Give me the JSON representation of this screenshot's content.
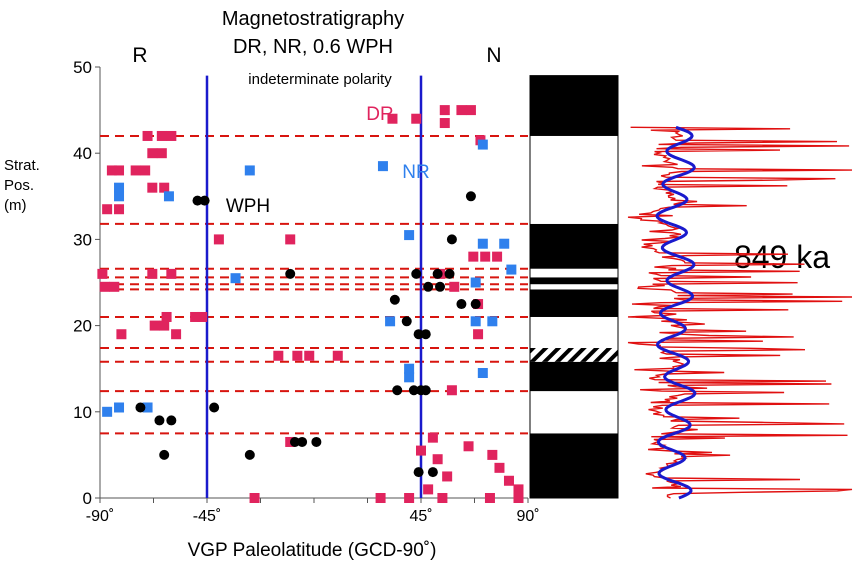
{
  "chart_data": {
    "type": "scatter",
    "title": "Magnetostratigraphy",
    "subtitle": "DR, NR, 0.6 WPH",
    "xlabel": "VGP Paleolatitude (GCD-90˚)",
    "ylabel": "Strat.\nPos.\n(m)",
    "xlim": [
      -90,
      90
    ],
    "ylim": [
      0,
      50
    ],
    "x_ticks": [
      -90,
      -45,
      45,
      90
    ],
    "x_tick_labels": [
      "-90˚",
      "-45˚",
      "45˚",
      "90˚"
    ],
    "y_ticks": [
      0,
      10,
      20,
      30,
      40,
      50
    ],
    "y_tick_labels": [
      "0",
      "10",
      "20",
      "30",
      "40",
      "50"
    ],
    "region_labels": {
      "left": "R",
      "right": "N",
      "middle": "indeterminate polarity"
    },
    "boundaries_x": [
      -45,
      45
    ],
    "reversal_levels_m": [
      7.5,
      12.4,
      15.8,
      17.4,
      21,
      24.2,
      24.8,
      25.6,
      26.6,
      31.8,
      42
    ],
    "age_label": "849 ka",
    "colors": {
      "DR": "#e0245e",
      "NR": "#2f80ed",
      "WPH": "#000000",
      "boundary": "#1a1acc",
      "reversal": "#d8150f",
      "cyclic": "#1a1acc"
    },
    "series": [
      {
        "name": "DR",
        "marker": "square",
        "points": [
          [
            -85,
            38
          ],
          [
            -82,
            38
          ],
          [
            -75,
            38
          ],
          [
            -71,
            38
          ],
          [
            -68,
            40
          ],
          [
            -64,
            40
          ],
          [
            -70,
            42
          ],
          [
            -64,
            42
          ],
          [
            -60,
            42
          ],
          [
            -87,
            33.5
          ],
          [
            -82,
            33.5
          ],
          [
            -68,
            36
          ],
          [
            -63,
            36
          ],
          [
            -89,
            26
          ],
          [
            -68,
            26
          ],
          [
            -60,
            26
          ],
          [
            -88,
            24.5
          ],
          [
            -84,
            24.5
          ],
          [
            -81,
            19
          ],
          [
            -67,
            20
          ],
          [
            -63,
            20
          ],
          [
            -58,
            19
          ],
          [
            -62,
            21
          ],
          [
            -50,
            21
          ],
          [
            -47,
            21
          ],
          [
            -40,
            30
          ],
          [
            -10,
            30
          ],
          [
            -15,
            16.5
          ],
          [
            -7,
            16.5
          ],
          [
            -2,
            16.5
          ],
          [
            10,
            16.5
          ],
          [
            -10,
            6.5
          ],
          [
            -25,
            0
          ],
          [
            33,
            44
          ],
          [
            43,
            44
          ],
          [
            55,
            45
          ],
          [
            62,
            45
          ],
          [
            66,
            45
          ],
          [
            55,
            43.5
          ],
          [
            70,
            41.5
          ],
          [
            53,
            26
          ],
          [
            67,
            28
          ],
          [
            72,
            28
          ],
          [
            77,
            28
          ],
          [
            59,
            24.5
          ],
          [
            69,
            22.5
          ],
          [
            69,
            19
          ],
          [
            50,
            7
          ],
          [
            45,
            5.5
          ],
          [
            52,
            4.5
          ],
          [
            56,
            2.5
          ],
          [
            48,
            1
          ],
          [
            28,
            0
          ],
          [
            40,
            0
          ],
          [
            65,
            6
          ],
          [
            75,
            5
          ],
          [
            78,
            3.5
          ],
          [
            82,
            2
          ],
          [
            86,
            1
          ],
          [
            86,
            0
          ],
          [
            74,
            0
          ],
          [
            54,
            0
          ],
          [
            58,
            12.5
          ]
        ]
      },
      {
        "name": "NR",
        "marker": "square",
        "points": [
          [
            -87,
            10
          ],
          [
            -82,
            10.5
          ],
          [
            -70,
            10.5
          ],
          [
            -82,
            35
          ],
          [
            -82,
            36
          ],
          [
            -61,
            35
          ],
          [
            -27,
            38
          ],
          [
            -33,
            25.5
          ],
          [
            29,
            38.5
          ],
          [
            40,
            30.5
          ],
          [
            71,
            41
          ],
          [
            71,
            29.5
          ],
          [
            80,
            29.5
          ],
          [
            83,
            26.5
          ],
          [
            68,
            25
          ],
          [
            32,
            20.5
          ],
          [
            40,
            15
          ],
          [
            40,
            14
          ],
          [
            68,
            20.5
          ],
          [
            75,
            20.5
          ],
          [
            71,
            14.5
          ]
        ]
      },
      {
        "name": "WPH",
        "marker": "circle",
        "points": [
          [
            -73,
            10.5
          ],
          [
            -65,
            9
          ],
          [
            -60,
            9
          ],
          [
            -63,
            5
          ],
          [
            -49,
            34.5
          ],
          [
            -46,
            34.5
          ],
          [
            -42,
            10.5
          ],
          [
            -27,
            5
          ],
          [
            -8,
            6.5
          ],
          [
            -5,
            6.5
          ],
          [
            1,
            6.5
          ],
          [
            -10,
            26
          ],
          [
            34,
            23
          ],
          [
            39,
            20.5
          ],
          [
            35,
            12.5
          ],
          [
            42,
            12.5
          ],
          [
            45,
            12.5
          ],
          [
            47,
            12.5
          ],
          [
            43,
            26
          ],
          [
            48,
            24.5
          ],
          [
            53,
            24.5
          ],
          [
            52,
            26
          ],
          [
            57,
            26
          ],
          [
            62,
            22.5
          ],
          [
            68,
            22.5
          ],
          [
            58,
            30
          ],
          [
            44,
            19
          ],
          [
            47,
            19
          ],
          [
            44,
            3
          ],
          [
            50,
            3
          ],
          [
            66,
            35
          ]
        ]
      }
    ],
    "polarity_column": {
      "blocks": [
        {
          "from": 0,
          "to": 7.5,
          "fill": "black"
        },
        {
          "from": 7.5,
          "to": 12.4,
          "fill": "white"
        },
        {
          "from": 12.4,
          "to": 15.8,
          "fill": "black"
        },
        {
          "from": 15.8,
          "to": 17.4,
          "fill": "hatched"
        },
        {
          "from": 17.4,
          "to": 21,
          "fill": "white"
        },
        {
          "from": 21,
          "to": 24.2,
          "fill": "black"
        },
        {
          "from": 24.2,
          "to": 24.8,
          "fill": "white"
        },
        {
          "from": 24.8,
          "to": 25.6,
          "fill": "black"
        },
        {
          "from": 25.6,
          "to": 26.6,
          "fill": "white"
        },
        {
          "from": 26.6,
          "to": 31.8,
          "fill": "black"
        },
        {
          "from": 31.8,
          "to": 42,
          "fill": "white"
        },
        {
          "from": 42,
          "to": 49,
          "fill": "black"
        }
      ]
    }
  }
}
